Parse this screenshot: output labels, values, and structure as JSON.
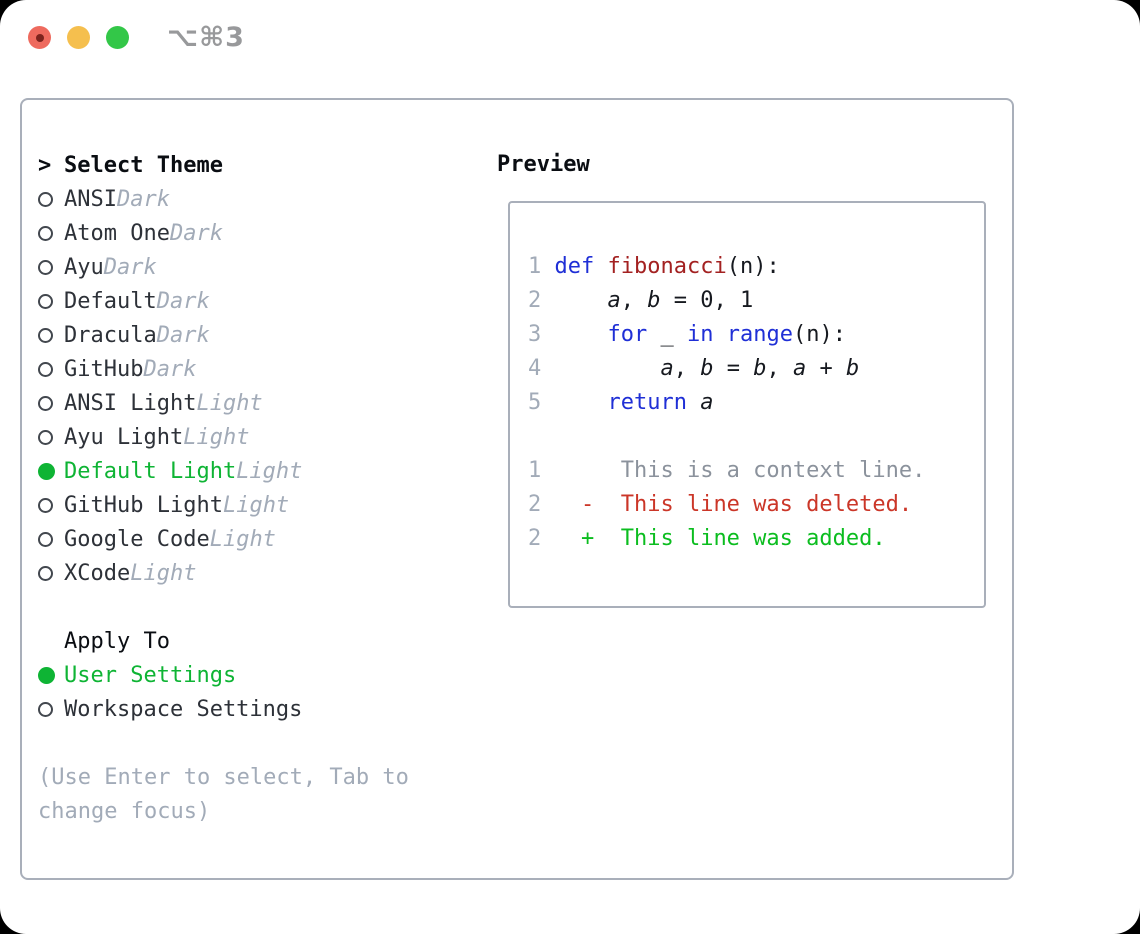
{
  "titlebar": {
    "shortcut": "⌥⌘3"
  },
  "left": {
    "header_prefix": ">",
    "header": "Select Theme",
    "themes": [
      {
        "name": "ANSI",
        "variant": "Dark",
        "selected": false
      },
      {
        "name": "Atom One",
        "variant": "Dark",
        "selected": false
      },
      {
        "name": "Ayu",
        "variant": "Dark",
        "selected": false
      },
      {
        "name": "Default",
        "variant": "Dark",
        "selected": false
      },
      {
        "name": "Dracula",
        "variant": "Dark",
        "selected": false
      },
      {
        "name": "GitHub",
        "variant": "Dark",
        "selected": false
      },
      {
        "name": "ANSI Light",
        "variant": "Light",
        "selected": false
      },
      {
        "name": "Ayu Light",
        "variant": "Light",
        "selected": false
      },
      {
        "name": "Default Light",
        "variant": "Light",
        "selected": true
      },
      {
        "name": "GitHub Light",
        "variant": "Light",
        "selected": false
      },
      {
        "name": "Google Code",
        "variant": "Light",
        "selected": false
      },
      {
        "name": "XCode",
        "variant": "Light",
        "selected": false
      }
    ],
    "apply_header": "Apply To",
    "apply_options": [
      {
        "label": "User Settings",
        "selected": true
      },
      {
        "label": "Workspace Settings",
        "selected": false
      }
    ],
    "hint_lines": [
      "(Use Enter to select, Tab to",
      "change focus)"
    ]
  },
  "preview": {
    "title": "Preview",
    "lines": [
      {
        "kind": "code",
        "num": "1",
        "segments": [
          {
            "t": "def",
            "c": "kw"
          },
          {
            "t": " "
          },
          {
            "t": "fibonacci",
            "c": "fn"
          },
          {
            "t": "(n):"
          }
        ]
      },
      {
        "kind": "code",
        "num": "2",
        "segments": [
          {
            "t": "    "
          },
          {
            "t": "a",
            "i": true
          },
          {
            "t": ", "
          },
          {
            "t": "b",
            "i": true
          },
          {
            "t": " = 0, 1"
          }
        ]
      },
      {
        "kind": "code",
        "num": "3",
        "segments": [
          {
            "t": "    "
          },
          {
            "t": "for",
            "c": "kw"
          },
          {
            "t": " _ "
          },
          {
            "t": "in",
            "c": "kw"
          },
          {
            "t": " "
          },
          {
            "t": "range",
            "c": "kw"
          },
          {
            "t": "(n):"
          }
        ]
      },
      {
        "kind": "code",
        "num": "4",
        "segments": [
          {
            "t": "        "
          },
          {
            "t": "a",
            "i": true
          },
          {
            "t": ", "
          },
          {
            "t": "b",
            "i": true
          },
          {
            "t": " = "
          },
          {
            "t": "b",
            "i": true
          },
          {
            "t": ", "
          },
          {
            "t": "a",
            "i": true
          },
          {
            "t": " + "
          },
          {
            "t": "b",
            "i": true
          }
        ]
      },
      {
        "kind": "code",
        "num": "5",
        "segments": [
          {
            "t": "    "
          },
          {
            "t": "return",
            "c": "kw"
          },
          {
            "t": " "
          },
          {
            "t": "a",
            "i": true
          }
        ]
      },
      {
        "kind": "blank",
        "num": "",
        "segments": []
      },
      {
        "kind": "diff-context",
        "num": "1",
        "segments": [
          {
            "t": "     This is a context line.",
            "c": "ctx"
          }
        ]
      },
      {
        "kind": "diff-deleted",
        "num": "2",
        "segments": [
          {
            "t": "  -  This line was deleted.",
            "c": "del"
          }
        ]
      },
      {
        "kind": "diff-added",
        "num": "2",
        "segments": [
          {
            "t": "  +  This line was added.",
            "c": "add"
          }
        ]
      }
    ]
  },
  "colors": {
    "selection_green": "#0eb434",
    "added_green": "#0bbd1f",
    "deleted_red": "#cb3628",
    "keyword_blue": "#1f2fd6",
    "function_red": "#a32121",
    "code_text": "#16191f",
    "line_number_gray": "#a2abb8",
    "muted_gray": "#a2abb8",
    "context_gray": "#8b929c",
    "panel_border": "#a9afba",
    "theme_text": "#2d3138",
    "header_text": "#0a0d12",
    "shortcut_gray": "#98999b",
    "traffic_red": "#ee6a5e",
    "traffic_red_dot": "#7c231d",
    "traffic_yellow": "#f5bf4e",
    "traffic_green": "#33c748"
  }
}
